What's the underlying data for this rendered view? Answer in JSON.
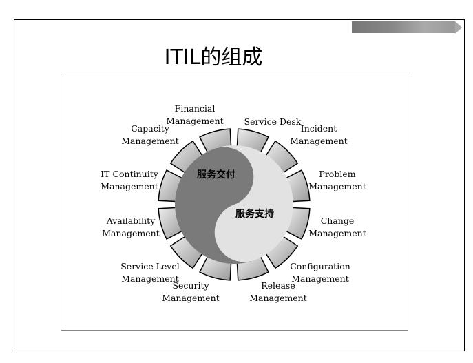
{
  "title": "ITIL的组成",
  "center": {
    "service_delivery": "服务交付",
    "service_support": "服务支持"
  },
  "labels": [
    {
      "id": "financial",
      "lines": [
        "Financial",
        "Management"
      ]
    },
    {
      "id": "service-desk",
      "lines": [
        "Service Desk"
      ]
    },
    {
      "id": "incident",
      "lines": [
        "Incident",
        "Management"
      ]
    },
    {
      "id": "capacity",
      "lines": [
        "Capacity",
        "Management"
      ]
    },
    {
      "id": "it-continuity",
      "lines": [
        "IT Continuity",
        "Management"
      ]
    },
    {
      "id": "problem",
      "lines": [
        "Problem",
        "Management"
      ]
    },
    {
      "id": "availability",
      "lines": [
        "Availability",
        "Management"
      ]
    },
    {
      "id": "change",
      "lines": [
        "Change",
        "Management"
      ]
    },
    {
      "id": "service-level",
      "lines": [
        "Service Level",
        "Management"
      ]
    },
    {
      "id": "configuration",
      "lines": [
        "Configuration",
        "Management"
      ]
    },
    {
      "id": "security",
      "lines": [
        "Security",
        "Management"
      ]
    },
    {
      "id": "release",
      "lines": [
        "Release",
        "Management"
      ]
    }
  ],
  "colors": {
    "dark": "#7a7a7a",
    "light": "#e2e2e2",
    "segment": "#c8c8c8"
  }
}
